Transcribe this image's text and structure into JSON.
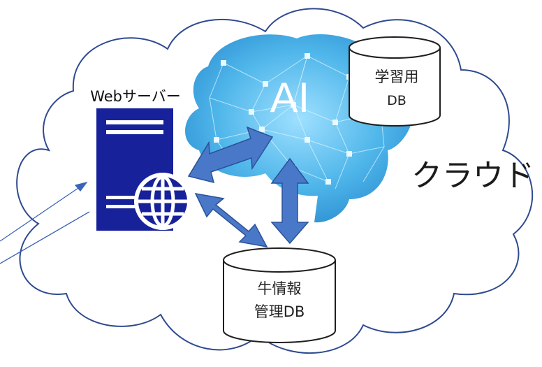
{
  "labels": {
    "web_server": "Webサーバー",
    "ai": "AI",
    "training_db_line1": "学習用",
    "training_db_line2": "DB",
    "cloud": "クラウド",
    "cattle_db_line1": "牛情報",
    "cattle_db_line2": "管理DB"
  },
  "colors": {
    "cloud_stroke": "#2f4a8f",
    "arrow_fill": "#4a78c8",
    "arrow_stroke": "#2a5199",
    "server_fill": "#17229a",
    "brain_fill": "#4fb6ea",
    "brain_node": "#dff5ff",
    "ai_text": "#ffffff"
  },
  "icons": {
    "server": "server-globe-icon",
    "brain": "ai-brain-network-icon",
    "database": "cylinder-database-icon"
  }
}
